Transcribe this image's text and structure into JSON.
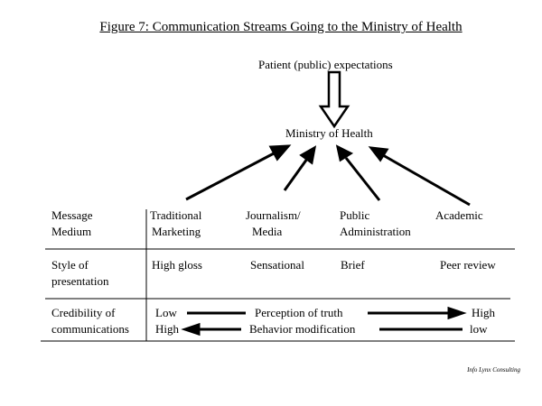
{
  "title": "Figure 7: Communication Streams Going to the Ministry of Health",
  "top_source": "Patient (public) expectations",
  "center": "Ministry of Health",
  "row_headers": {
    "medium": [
      "Message",
      "Medium"
    ],
    "style": [
      "Style of",
      "presentation"
    ],
    "credibility": [
      "Credibility of",
      "communications"
    ]
  },
  "sources": [
    {
      "line1": "Traditional",
      "line2": "Marketing",
      "style": "High gloss"
    },
    {
      "line1": "Journalism/",
      "line2": "Media",
      "style": "Sensational"
    },
    {
      "line1": "Public",
      "line2": "Administration",
      "style": "Brief"
    },
    {
      "line1": "Academic",
      "line2": "",
      "style": "Peer review"
    }
  ],
  "credibility": {
    "truth": {
      "left": "Low",
      "label": "Perception of truth",
      "right": "High"
    },
    "behavior": {
      "left": "High",
      "label": "Behavior modification",
      "right": "low"
    }
  },
  "credit": "Info Lynx Consulting"
}
